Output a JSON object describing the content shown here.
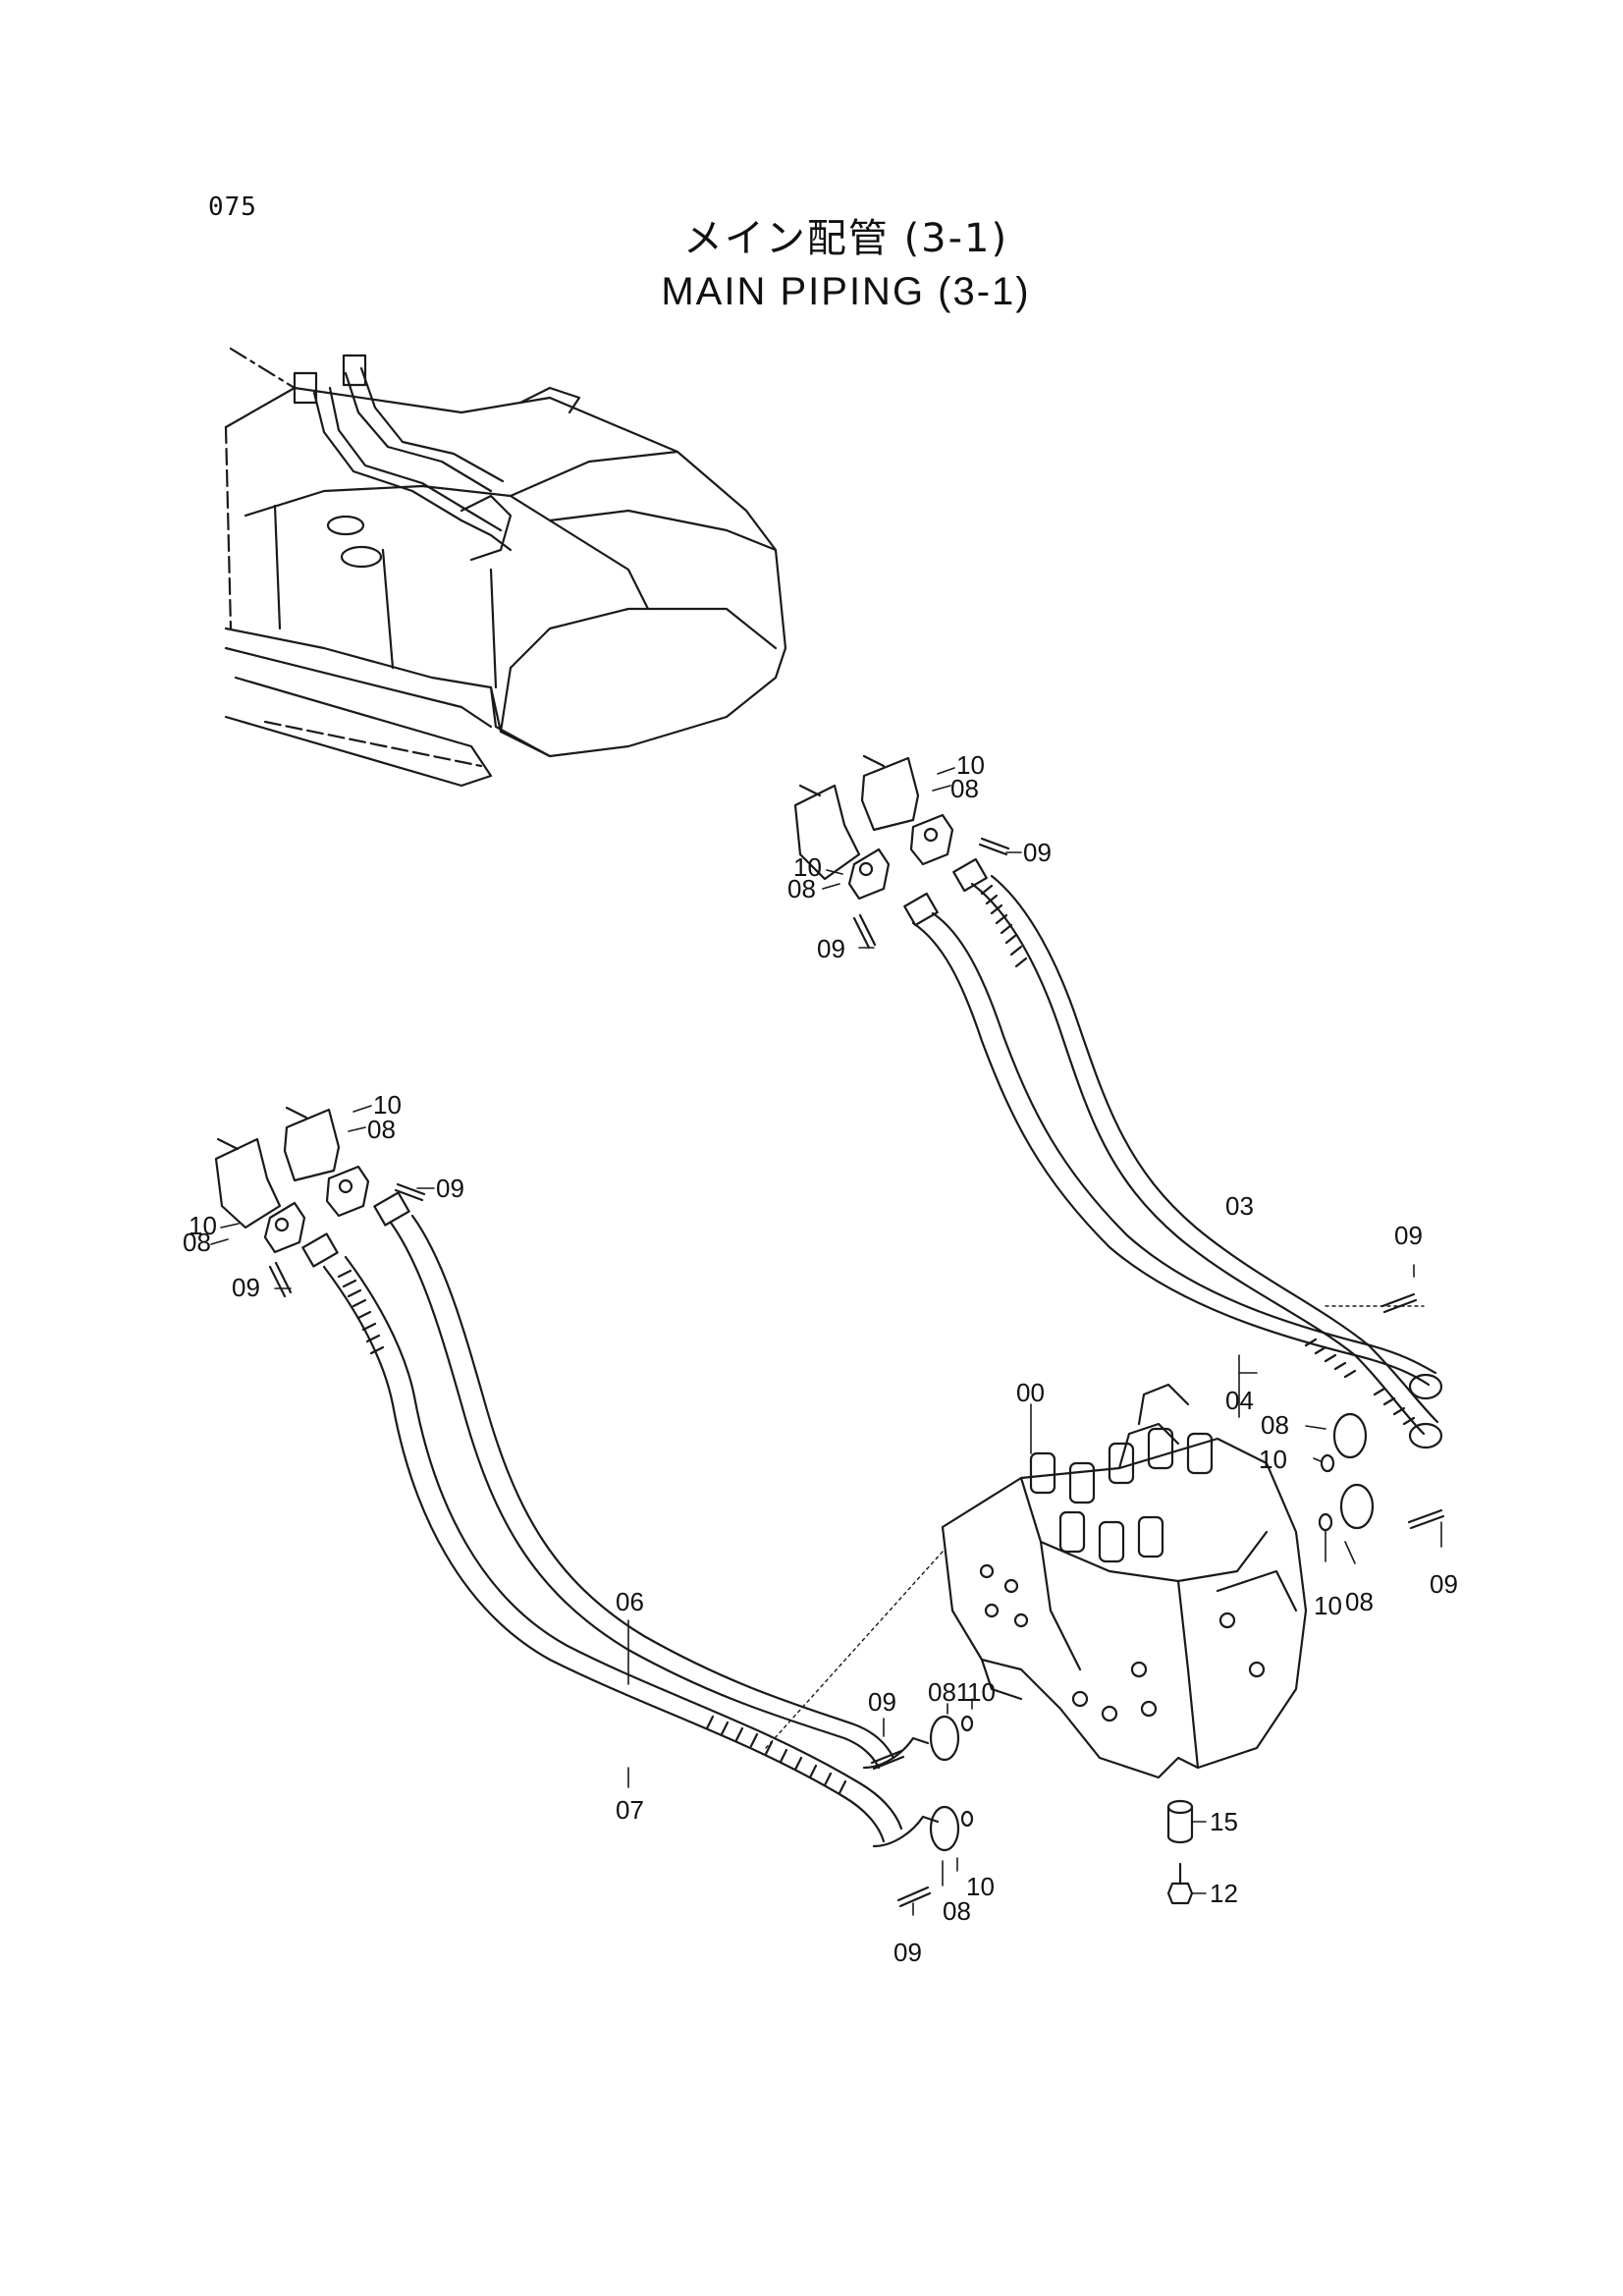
{
  "page_number": "075",
  "title": {
    "japanese": "メイン配管 (3-1)",
    "english": "MAIN PIPING (3-1)"
  },
  "callouts": [
    "00",
    "03",
    "04",
    "06",
    "07",
    "08",
    "09",
    "10",
    "12",
    "15",
    "081"
  ],
  "colors": {
    "line": "#1a1a1a",
    "background": "#ffffff"
  }
}
